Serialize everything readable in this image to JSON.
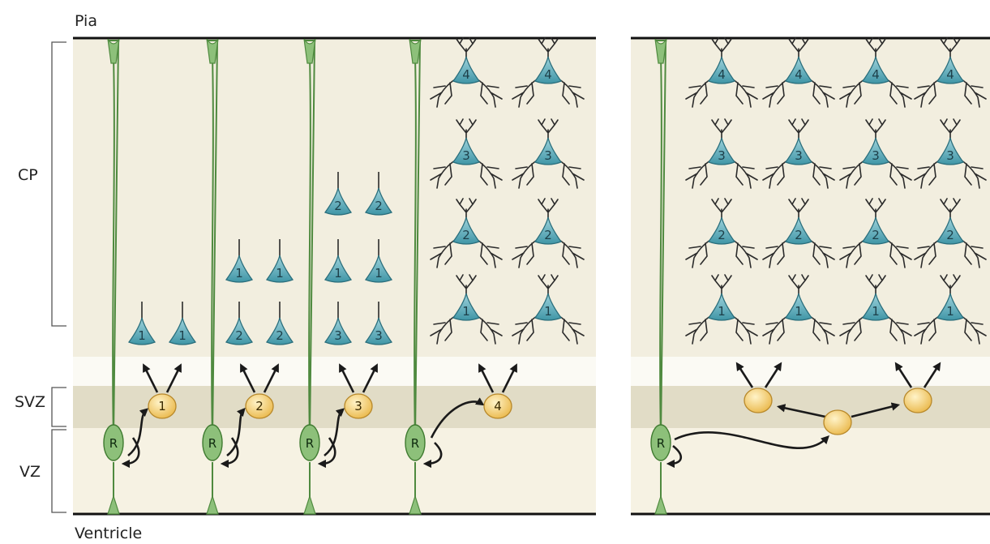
{
  "labels": {
    "pia": "Pia",
    "cp": "CP",
    "svz": "SVZ",
    "vz": "VZ",
    "ventricle": "Ventricle"
  },
  "radial_glia_label": "R",
  "stages": [
    {
      "progenitor": "1",
      "neuron_rows": [
        [
          "1",
          "1"
        ]
      ]
    },
    {
      "progenitor": "2",
      "neuron_rows": [
        [
          "1",
          "1"
        ],
        [
          "2",
          "2"
        ]
      ]
    },
    {
      "progenitor": "3",
      "neuron_rows": [
        [
          "2",
          "2"
        ],
        [
          "1",
          "1"
        ],
        [
          "3",
          "3"
        ]
      ]
    },
    {
      "progenitor": "4",
      "neuron_rows": [
        [
          "4",
          "4"
        ],
        [
          "3",
          "3"
        ],
        [
          "2",
          "2"
        ],
        [
          "1",
          "1"
        ]
      ]
    }
  ],
  "right_panel": {
    "neuron_layers": [
      "4",
      "3",
      "2",
      "1"
    ],
    "neurons_per_layer": 4
  },
  "colors": {
    "background": "#f2eedf",
    "svz_band": "#e1dcc6",
    "vz_band": "#f6f2e3",
    "radial_glia": "#8dc07a",
    "neuron": "#4fa2b2",
    "progenitor": "#f3cf6f"
  }
}
